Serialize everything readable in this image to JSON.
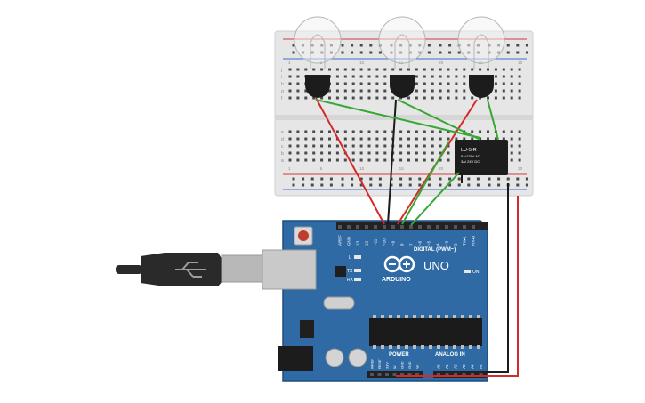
{
  "colors": {
    "background": "#ffffff",
    "breadboard": "#e6e6e6",
    "rail_red": "#d23b3b",
    "rail_blue": "#3b6fd2",
    "arduino_board": "#2f6aa5",
    "arduino_dark": "#1f4e7d",
    "header": "#222222",
    "wire_red": "#d42a2a",
    "wire_black": "#1b1b1b",
    "wire_green": "#35a836",
    "relay_body": "#1d1d1d",
    "bulb_glass": "#f2f2f2",
    "bulb_outline": "#b5b5b5",
    "usb_metal": "#c9c9c9",
    "usb_plug": "#2a2a2a"
  },
  "breadboard": {
    "row_letters_top": [
      "j",
      "i",
      "h",
      "g",
      "f"
    ],
    "row_letters_bottom": [
      "e",
      "d",
      "c",
      "b",
      "a"
    ],
    "column_numbers_visible": [
      "1",
      "5",
      "10",
      "15",
      "20",
      "25",
      "30"
    ]
  },
  "relay": {
    "label_line1": "LU-5-R",
    "label_line2": "5A/125V AC",
    "label_line3": "3A/ 24V DC"
  },
  "arduino": {
    "logo_text": "ARDUINO",
    "model": "UNO",
    "digital_label": "DIGITAL (PWM~)",
    "power_label": "POWER",
    "analog_label": "ANALOG IN",
    "on_label": "ON",
    "led_l": "L",
    "led_tx": "TX",
    "led_rx": "RX",
    "digital_pins": [
      "AREF",
      "GND",
      "13",
      "12",
      "~11",
      "~10",
      "~9",
      "8",
      "7",
      "~6",
      "~5",
      "4",
      "~3",
      "2",
      "TX▸1",
      "RX◂0"
    ],
    "power_pins": [
      "IOREF",
      "RESET",
      "3.3V",
      "5V",
      "GND",
      "GND",
      "Vin"
    ],
    "analog_pins": [
      "A0",
      "A1",
      "A2",
      "A3",
      "A4",
      "A5"
    ]
  },
  "bulbs": [
    {
      "name": "bulb-1"
    },
    {
      "name": "bulb-2"
    },
    {
      "name": "bulb-3"
    }
  ]
}
